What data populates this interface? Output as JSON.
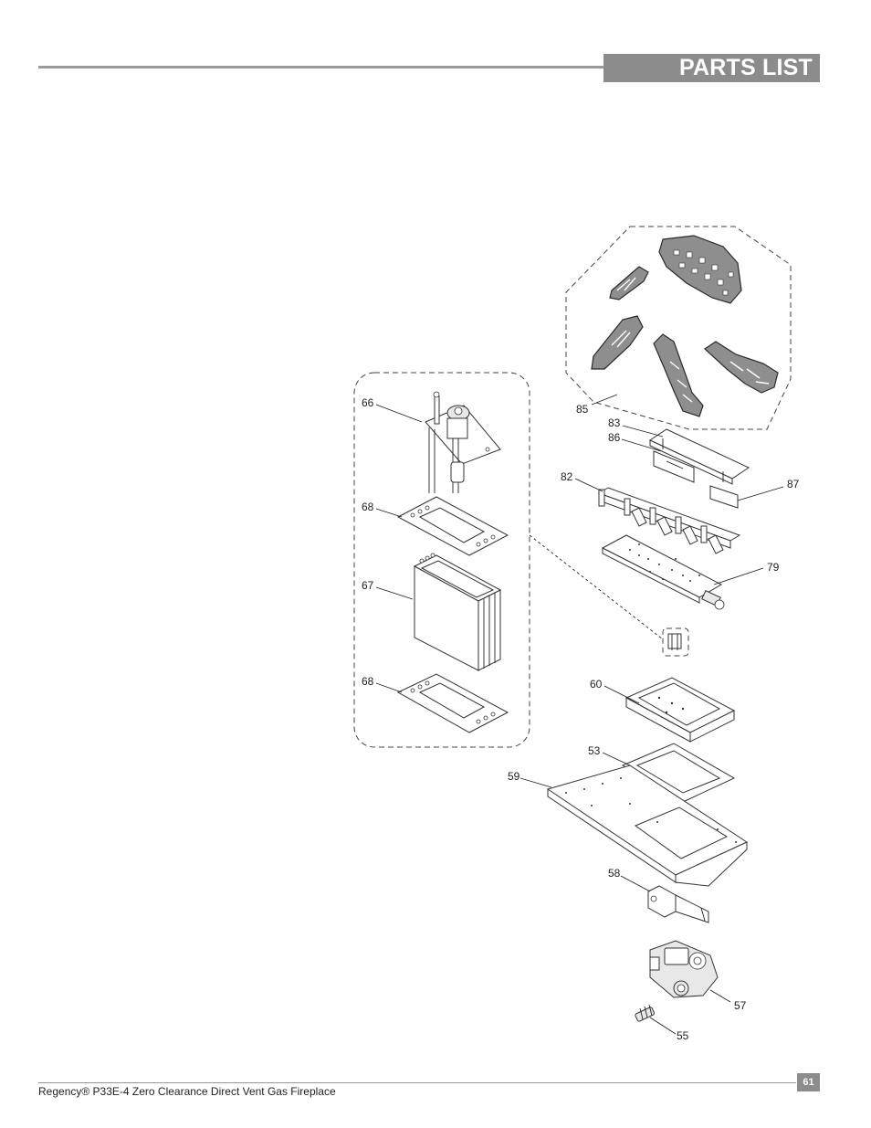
{
  "header": {
    "title": "PARTS LIST"
  },
  "footer": {
    "text": "Regency® P33E-4 Zero Clearance Direct Vent Gas Fireplace",
    "page_number": "61"
  },
  "callouts": {
    "c85": "85",
    "c83": "83",
    "c86": "86",
    "c87": "87",
    "c82": "82",
    "c79": "79",
    "c66": "66",
    "c68a": "68",
    "c67": "67",
    "c68b": "68",
    "c60": "60",
    "c53": "53",
    "c59": "59",
    "c58": "58",
    "c57": "57",
    "c55": "55"
  }
}
